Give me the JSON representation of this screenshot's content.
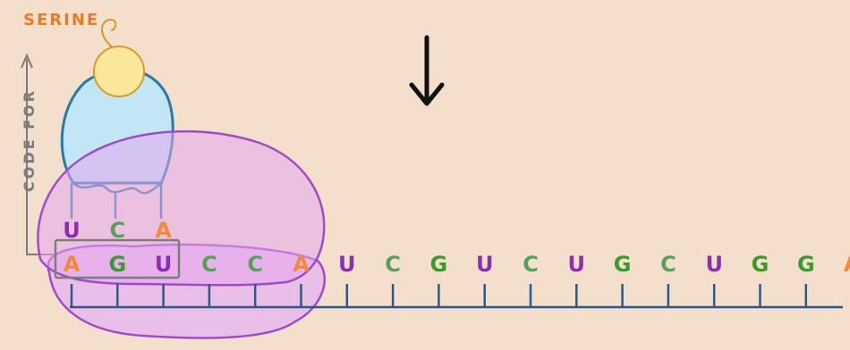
{
  "labels": {
    "amino_acid": "SERINE",
    "side_label": "CODE FOR"
  },
  "trna_anticodon": [
    "U",
    "C",
    "A"
  ],
  "mrna_bases": [
    "A",
    "G",
    "U",
    "C",
    "C",
    "A",
    "U",
    "C",
    "G",
    "U",
    "C",
    "U",
    "G",
    "C",
    "U",
    "G",
    "G",
    "A"
  ],
  "colors": {
    "background": "#f3dfcc",
    "A": "#f28a3b",
    "G": "#3a9a2e",
    "U": "#8a2fb3",
    "C": "#55a05a",
    "backbone": "#2b5a8a",
    "ribosome_fill": "#e7b6ee",
    "ribosome_stroke": "#a04bc7",
    "trna_fill": "#c2e6f3",
    "trna_stroke": "#2a79a8",
    "amino_fill": "#fbe79a",
    "amino_stroke": "#d39a2f",
    "label_orange": "#e87b27",
    "label_gray": "#7c7c7c"
  }
}
